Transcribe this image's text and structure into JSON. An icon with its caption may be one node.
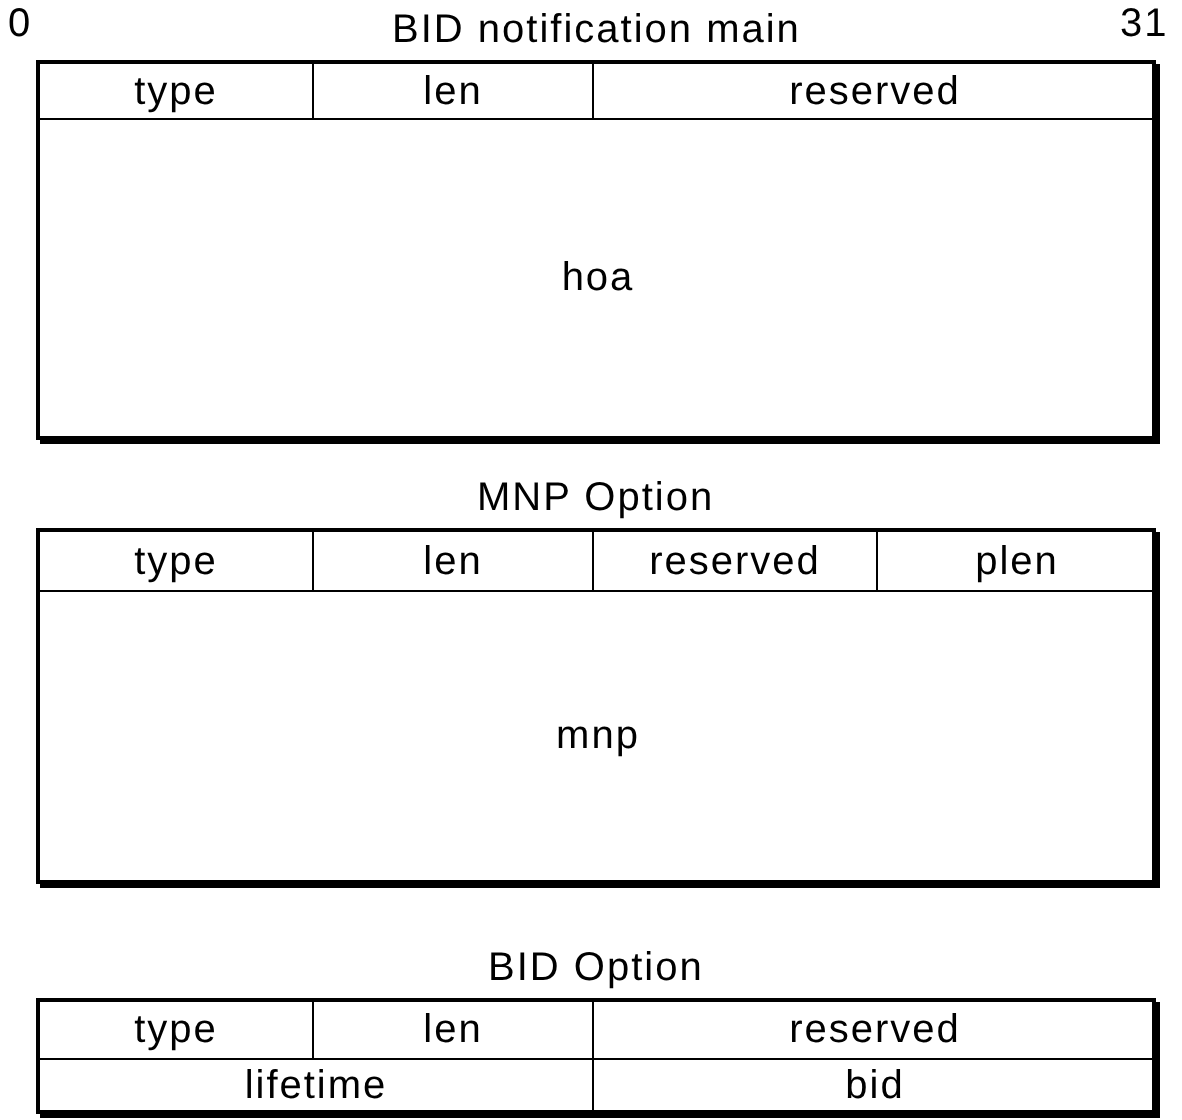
{
  "diagram": {
    "nodes": [
      {
        "text": [
          "BID notification main"
        ]
      },
      {
        "text": [
          "type"
        ],
        "in": 0
      },
      {
        "text": [
          "len"
        ],
        "in": 0
      },
      {
        "text": [
          "reserved"
        ],
        "in": 0
      },
      {
        "text": [
          "hoa"
        ],
        "in": 0
      },
      {
        "text": [
          "MNP Option"
        ]
      },
      {
        "text": [
          "type"
        ],
        "in": 5
      },
      {
        "text": [
          "len"
        ],
        "in": 5
      },
      {
        "text": [
          "reserved"
        ],
        "in": 5
      },
      {
        "text": [
          "plen"
        ],
        "in": 5
      },
      {
        "text": [
          "mnp"
        ],
        "in": 5
      },
      {
        "text": [
          "BID Option"
        ]
      },
      {
        "text": [
          "type"
        ],
        "in": 11
      },
      {
        "text": [
          "len"
        ],
        "in": 11
      },
      {
        "text": [
          "reserved"
        ],
        "in": 11
      },
      {
        "text": [
          "lifetime"
        ],
        "in": 11
      },
      {
        "text": [
          "bid"
        ],
        "in": 11
      }
    ],
    "labels": [
      "0",
      "31"
    ]
  }
}
